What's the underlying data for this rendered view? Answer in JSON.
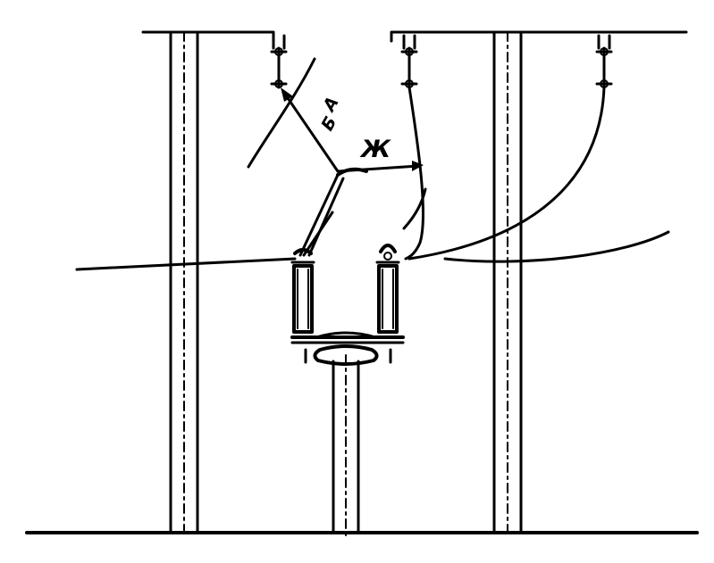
{
  "diagram": {
    "labels": {
      "label_zh": "Ж",
      "label_a": "А",
      "label_b": "Б"
    },
    "colors": {
      "ink": "#000000",
      "background": "#ffffff"
    }
  }
}
